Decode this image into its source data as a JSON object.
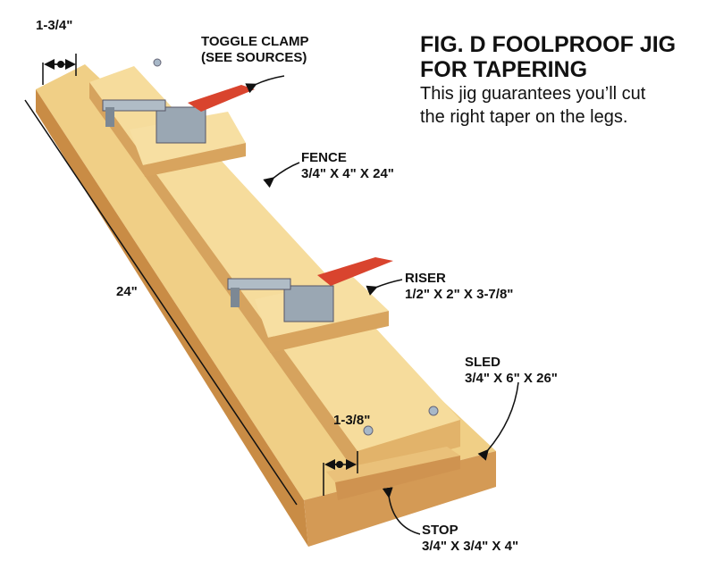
{
  "title": {
    "line1": "FIG. D  FOOLPROOF JIG",
    "line2": "FOR TAPERING"
  },
  "subtitle": {
    "line1": "This jig guarantees you’ll cut",
    "line2": "the right taper on the legs."
  },
  "labels": {
    "toggle_clamp": {
      "name": "TOGGLE CLAMP",
      "note": "(SEE SOURCES)"
    },
    "fence": {
      "name": "FENCE",
      "dims": "3/4\" X 4\" X 24\""
    },
    "riser": {
      "name": "RISER",
      "dims": "1/2\" X 2\" X 3-7/8\""
    },
    "sled": {
      "name": "SLED",
      "dims": "3/4\" X 6\" X 26\""
    },
    "stop": {
      "name": "STOP",
      "dims": "3/4\" X 3/4\" X 4\""
    },
    "dim_back": "1-3/4\"",
    "dim_front": "1-3/8\"",
    "dim_length": "24\""
  },
  "colors": {
    "wood_top": "#f3d48c",
    "wood_side": "#d9a45a",
    "wood_dark": "#b87a3a",
    "clamp": "#9aa7b3",
    "handle": "#d9442e"
  }
}
